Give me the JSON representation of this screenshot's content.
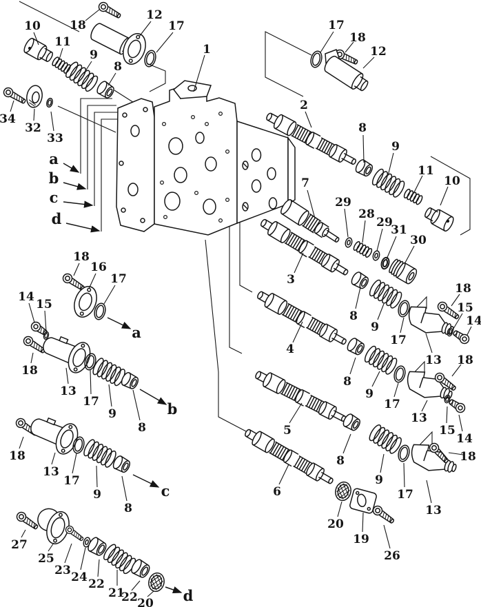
{
  "figure": {
    "type": "exploded-parts-diagram",
    "ink_color": "#151515",
    "paper_color": "#ffffff"
  },
  "callouts": [
    [
      "1",
      300,
      71,
      297,
      80,
      281,
      133
    ],
    [
      "18",
      113,
      36,
      124,
      30,
      144,
      14
    ],
    [
      "10",
      47,
      37,
      49,
      47,
      56,
      65
    ],
    [
      "12",
      224,
      21,
      219,
      31,
      202,
      53
    ],
    [
      "17",
      256,
      37,
      251,
      47,
      227,
      76
    ],
    [
      "11",
      91,
      60,
      91,
      70,
      86,
      86
    ],
    [
      "9",
      136,
      79,
      133,
      89,
      122,
      106
    ],
    [
      "8",
      171,
      96,
      168,
      106,
      157,
      124
    ],
    [
      "34",
      11,
      172,
      15,
      162,
      20,
      146
    ],
    [
      "32",
      48,
      185,
      49,
      175,
      50,
      158
    ],
    [
      "33",
      80,
      200,
      78,
      190,
      74,
      162
    ],
    [
      "17",
      488,
      36,
      484,
      46,
      465,
      76
    ],
    [
      "18",
      519,
      54,
      513,
      61,
      501,
      76
    ],
    [
      "12",
      549,
      74,
      543,
      83,
      527,
      99
    ],
    [
      "2",
      441,
      152,
      443,
      162,
      452,
      185
    ],
    [
      "8",
      526,
      185,
      527,
      196,
      528,
      236
    ],
    [
      "9",
      574,
      212,
      571,
      222,
      563,
      255
    ],
    [
      "11",
      618,
      247,
      613,
      255,
      600,
      281
    ],
    [
      "10",
      656,
      262,
      650,
      271,
      639,
      298
    ],
    [
      "7",
      443,
      265,
      446,
      276,
      457,
      317
    ],
    [
      "29",
      498,
      293,
      500,
      303,
      505,
      344
    ],
    [
      "28",
      532,
      310,
      530,
      320,
      526,
      352
    ],
    [
      "29",
      558,
      322,
      555,
      332,
      547,
      364
    ],
    [
      "31",
      579,
      333,
      575,
      343,
      561,
      376
    ],
    [
      "30",
      607,
      348,
      601,
      357,
      587,
      383
    ],
    [
      "3",
      422,
      405,
      427,
      396,
      440,
      367
    ],
    [
      "8",
      513,
      458,
      516,
      448,
      523,
      417
    ],
    [
      "9",
      544,
      474,
      548,
      464,
      557,
      441
    ],
    [
      "17",
      578,
      493,
      581,
      483,
      586,
      461
    ],
    [
      "13",
      629,
      522,
      627,
      512,
      618,
      484
    ],
    [
      "18",
      672,
      418,
      667,
      427,
      655,
      444
    ],
    [
      "15",
      675,
      446,
      671,
      455,
      658,
      477
    ],
    [
      "14",
      688,
      465,
      684,
      474,
      678,
      486
    ],
    [
      "4",
      421,
      506,
      425,
      497,
      439,
      467
    ],
    [
      "8",
      504,
      553,
      508,
      543,
      516,
      519
    ],
    [
      "9",
      536,
      571,
      540,
      561,
      551,
      539
    ],
    [
      "17",
      569,
      586,
      572,
      576,
      578,
      556
    ],
    [
      "13",
      608,
      606,
      612,
      597,
      620,
      581
    ],
    [
      "18",
      675,
      522,
      669,
      529,
      656,
      546
    ],
    [
      "15",
      649,
      624,
      648,
      614,
      649,
      590
    ],
    [
      "14",
      674,
      636,
      671,
      626,
      666,
      602
    ],
    [
      "5",
      417,
      624,
      420,
      614,
      438,
      585
    ],
    [
      "8",
      494,
      668,
      498,
      658,
      509,
      630
    ],
    [
      "9",
      550,
      696,
      552,
      686,
      557,
      659
    ],
    [
      "17",
      588,
      717,
      587,
      707,
      586,
      672
    ],
    [
      "13",
      629,
      740,
      626,
      730,
      619,
      697
    ],
    [
      "18",
      679,
      662,
      672,
      660,
      651,
      657
    ],
    [
      "6",
      402,
      713,
      405,
      703,
      419,
      674
    ],
    [
      "20",
      487,
      760,
      490,
      750,
      496,
      728
    ],
    [
      "19",
      524,
      782,
      526,
      772,
      527,
      744
    ],
    [
      "26",
      569,
      806,
      566,
      796,
      557,
      762
    ],
    [
      "18",
      118,
      372,
      115,
      382,
      107,
      400
    ],
    [
      "16",
      143,
      387,
      139,
      397,
      129,
      419
    ],
    [
      "17",
      172,
      404,
      167,
      414,
      151,
      441
    ],
    [
      "14",
      38,
      430,
      42,
      440,
      50,
      468
    ],
    [
      "15",
      64,
      441,
      65,
      451,
      67,
      481
    ],
    [
      "18",
      43,
      537,
      45,
      527,
      48,
      512
    ],
    [
      "13",
      99,
      567,
      99,
      557,
      96,
      534
    ],
    [
      "17",
      132,
      582,
      132,
      572,
      131,
      537
    ],
    [
      "9",
      163,
      600,
      162,
      590,
      158,
      558
    ],
    [
      "8",
      206,
      620,
      203,
      610,
      193,
      566
    ],
    [
      "18",
      25,
      661,
      28,
      651,
      34,
      634
    ],
    [
      "13",
      74,
      684,
      75,
      674,
      80,
      657
    ],
    [
      "17",
      104,
      697,
      105,
      687,
      111,
      658
    ],
    [
      "9",
      141,
      717,
      141,
      707,
      140,
      676
    ],
    [
      "8",
      186,
      737,
      184,
      727,
      177,
      691
    ],
    [
      "27",
      28,
      790,
      31,
      780,
      37,
      769
    ],
    [
      "25",
      67,
      810,
      70,
      800,
      78,
      788
    ],
    [
      "23",
      91,
      827,
      94,
      817,
      104,
      789
    ],
    [
      "24",
      115,
      837,
      117,
      827,
      124,
      795
    ],
    [
      "22",
      140,
      847,
      142,
      837,
      144,
      812
    ],
    [
      "21",
      169,
      860,
      170,
      850,
      170,
      827
    ],
    [
      "22",
      188,
      866,
      191,
      857,
      203,
      843
    ],
    [
      "20",
      211,
      875,
      214,
      866,
      223,
      858
    ]
  ],
  "letters": [
    [
      "a",
      78,
      231,
      92,
      237,
      114,
      250
    ],
    [
      "b",
      78,
      259,
      92,
      265,
      124,
      274
    ],
    [
      "c",
      78,
      287,
      92,
      293,
      134,
      298
    ],
    [
      "d",
      82,
      318,
      96,
      324,
      144,
      335
    ],
    [
      "a",
      198,
      483,
      156,
      461,
      189,
      477
    ],
    [
      "b",
      250,
      594,
      203,
      565,
      241,
      587
    ],
    [
      "c",
      240,
      713,
      193,
      689,
      230,
      707
    ],
    [
      "d",
      273,
      865,
      240,
      852,
      263,
      860
    ]
  ]
}
